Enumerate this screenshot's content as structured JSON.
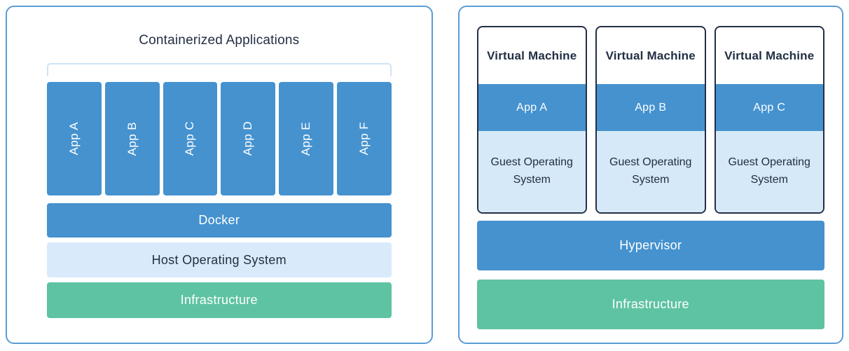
{
  "left_panel": {
    "title": "Containerized Applications",
    "apps": [
      "App A",
      "App B",
      "App C",
      "App D",
      "App E",
      "App F"
    ],
    "layers": [
      {
        "label": "Docker",
        "style": "blue"
      },
      {
        "label": "Host Operating System",
        "style": "light-blue"
      },
      {
        "label": "Infrastructure",
        "style": "green"
      }
    ]
  },
  "right_panel": {
    "vms": [
      {
        "title": "Virtual Machine",
        "app": "App A",
        "os": "Guest Operating System"
      },
      {
        "title": "Virtual Machine",
        "app": "App B",
        "os": "Guest Operating System"
      },
      {
        "title": "Virtual Machine",
        "app": "App C",
        "os": "Guest Operating System"
      }
    ],
    "layers": [
      {
        "label": "Hypervisor",
        "style": "blue"
      },
      {
        "label": "Infrastructure",
        "style": "green"
      }
    ]
  },
  "colors": {
    "panel_border": "#5b9cd5",
    "bracket": "#cfe3f5",
    "blue_fill": "#4592cf",
    "light_blue_fill": "#d9eafa",
    "guest_os_fill": "#d6e9f8",
    "green_fill": "#5ec3a2",
    "dark_text": "#222f44",
    "light_text": "#ffffff",
    "vm_card_border": "#242f45"
  }
}
